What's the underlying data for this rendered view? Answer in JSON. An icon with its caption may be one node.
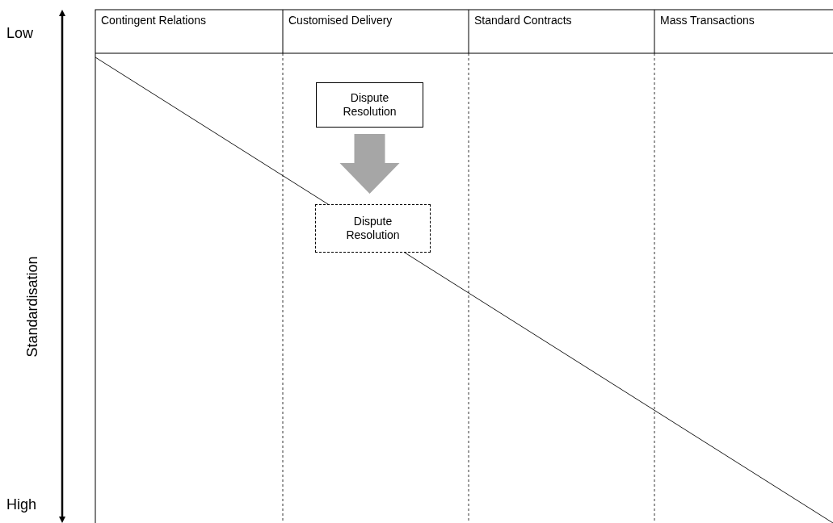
{
  "diagram": {
    "nodes": [
      {
        "text": [
          "Dispute Resolution"
        ]
      },
      {
        "text": [
          "Dispute Resolution"
        ]
      }
    ],
    "edges": [
      {
        "from": 0,
        "to": 1,
        "arrow": "to",
        "style": "thick",
        "color": "#a6a6a6"
      }
    ],
    "labels": [
      "Contingent Relations",
      "Customised Delivery",
      "Standard Contracts",
      "Mass Transactions",
      "Low",
      "Standardisation",
      "High"
    ]
  }
}
